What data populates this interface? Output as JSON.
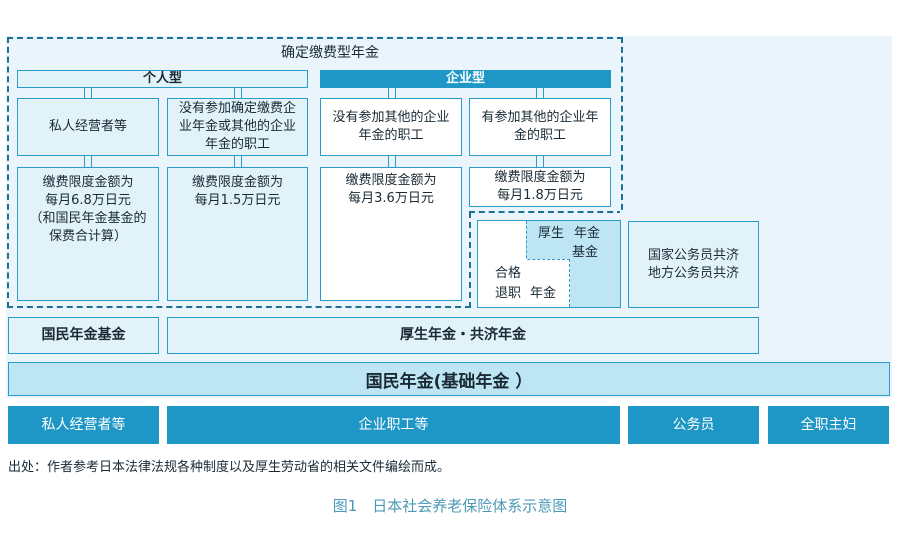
{
  "dc": {
    "title": "确定缴费型年金",
    "individual_header": "个人型",
    "corporate_header": "企业型",
    "col1_top": "私人经营者等",
    "col1_bottom": "缴费限度金额为\n每月6.8万日元\n（和国民年金基金的\n保费合计算）",
    "col2_top": "没有参加确定缴费企\n业年金或其他的企业\n年金的职工",
    "col2_bottom": "缴费限度金额为\n每月1.5万日元",
    "col3_top": "没有参加其他的企业\n年金的职工",
    "col3_bottom": "缴费限度金额为\n每月3.6万日元",
    "col4_top": "有参加其他的企业年\n金的职工",
    "col4_bottom": "缴费限度金额为\n每月1.8万日元"
  },
  "pension_fund": {
    "part1": "厚生",
    "part2": "年金",
    "part3": "基金",
    "qualified_1": "合格",
    "qualified_2": "退职",
    "qualified_3": "年金"
  },
  "civil_servant_mutual": "国家公务员共济\n地方公务员共济",
  "tier2": {
    "left": "国民年金基金",
    "right": "厚生年金・共济年金"
  },
  "tier1": "国民年金(基础年金 ）",
  "groups": {
    "self_employed": "私人经营者等",
    "employees": "企业职工等",
    "civil_servants": "公务员",
    "housewives": "全职主妇"
  },
  "source_note": "出处：作者参考日本法律法规各种制度以及厚生劳动省的相关文件编绘而成。",
  "caption": "图1　日本社会养老保险体系示意图",
  "colors": {
    "border": "#2b9bcc",
    "light_fill": "#e2f2f9",
    "dark_fill": "#1f97c6",
    "dashed": "#1d6f96",
    "caption": "#4a9ab8"
  }
}
